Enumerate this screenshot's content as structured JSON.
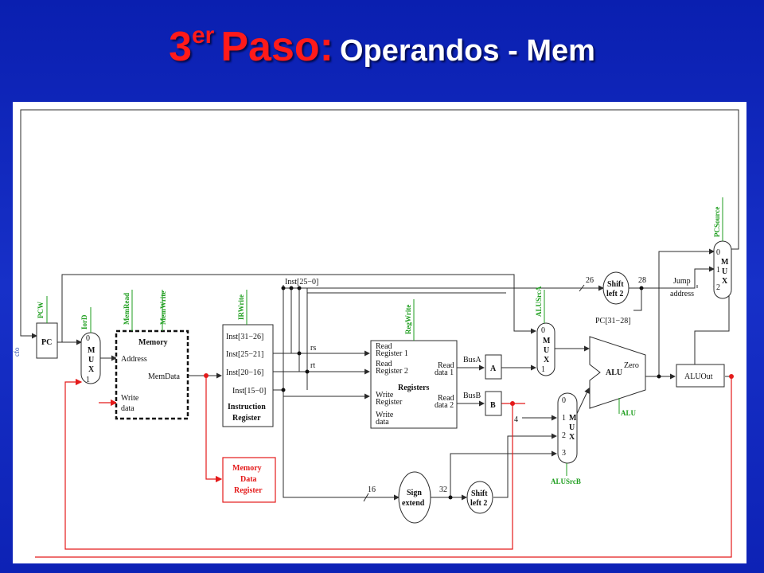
{
  "title": {
    "ordinal": "3",
    "superscript": "er",
    "main": "Paso:",
    "subtitle": "Operandos - Mem"
  },
  "diagram": {
    "pc": "PC",
    "mux": "M U X",
    "memory": {
      "title": "Memory",
      "address": "Address",
      "memdata": "MemData",
      "write": "Write",
      "data": "data"
    },
    "ir": {
      "f1": "Inst[31−26]",
      "f2": "Inst[25−21]",
      "f3": "Inst[20−16]",
      "f4": "Inst[15−0]",
      "title1": "Instruction",
      "title2": "Register"
    },
    "inst25": "Inst[25−0]",
    "rs": "rs",
    "rt": "rt",
    "registers": {
      "r1a": "Read",
      "r1b": "Register 1",
      "r2a": "Read",
      "r2b": "Register 2",
      "wa": "Write",
      "wb": "Register",
      "wd1": "Write",
      "wd2": "data",
      "rd1a": "Read",
      "rd1b": "data 1",
      "rd2a": "Read",
      "rd2b": "data 2",
      "title": "Registers"
    },
    "busA": "BusA",
    "busB": "BusB",
    "A": "A",
    "B": "B",
    "alu": "ALU",
    "zero": "Zero",
    "aluout": "ALUOut",
    "shift_top": [
      "Shift",
      "left 2"
    ],
    "shift_bottom": [
      "Shift",
      "left 2"
    ],
    "sign_extend": [
      "Sign",
      "extend"
    ],
    "mdr": [
      "Memory",
      "Data",
      "Register"
    ],
    "jump": [
      "Jump",
      "address"
    ],
    "pc3128": "PC[31−28]",
    "widths": {
      "w26": "26",
      "w28": "28",
      "w16": "16",
      "w32": "32",
      "four": "4"
    },
    "mux_inputs": {
      "zero": "0",
      "one": "1",
      "two": "2",
      "three": "3"
    },
    "controls": {
      "pcw": "PCW",
      "iord": "IorD",
      "memread": "MemRead",
      "memwrite": "MemWrite",
      "irwrite": "IRWrite",
      "regwrite": "RegWrite",
      "alusrca": "ALUSrcA",
      "alusrcb": "ALUSrcB",
      "pcsource": "PCSource",
      "aluctl": "ALU"
    },
    "left_edge": "cfo"
  },
  "colors": {
    "wire": "#2b2b2b",
    "control": "#1f9e1f",
    "highlight": "#e41a1a"
  }
}
